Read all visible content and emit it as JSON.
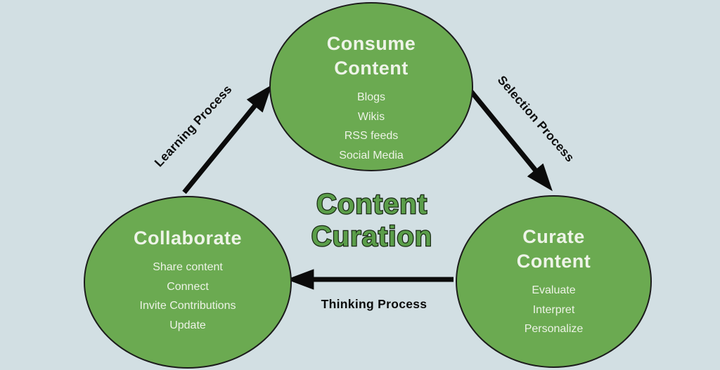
{
  "diagram": {
    "center_title_line1": "Content",
    "center_title_line2": "Curation",
    "nodes": {
      "consume": {
        "title_line1": "Consume",
        "title_line2": "Content",
        "items": [
          "Blogs",
          "Wikis",
          "RSS feeds",
          "Social Media"
        ]
      },
      "collaborate": {
        "title_line1": "Collaborate",
        "items": [
          "Share content",
          "Connect",
          "Invite Contributions",
          "Update"
        ]
      },
      "curate": {
        "title_line1": "Curate",
        "title_line2": "Content",
        "items": [
          "Evaluate",
          "Interpret",
          "Personalize"
        ]
      }
    },
    "arrows": {
      "learning": {
        "label": "Learning Process"
      },
      "selection": {
        "label": "Selection Process"
      },
      "thinking": {
        "label": "Thinking Process"
      }
    },
    "colors": {
      "background": "#d2dfe3",
      "node_fill": "#6baa51",
      "node_stroke": "#1c1c1c",
      "node_text": "#eef4e8",
      "title_fill": "#5b9e4a",
      "title_outline": "#182813",
      "arrow": "#0b0b0b"
    }
  }
}
